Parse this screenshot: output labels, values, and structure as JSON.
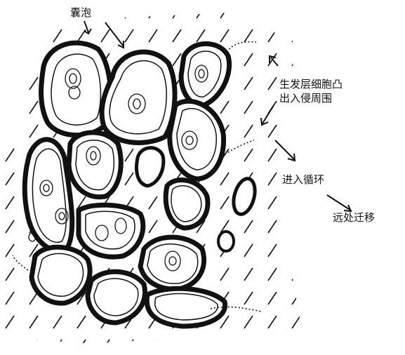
{
  "labels": {
    "cyst": "囊泡",
    "germinal_bud": [
      "生发层细胞凸",
      "出入侵周围"
    ],
    "enter_circulation": "进入循环",
    "distant_metastasis": "远处迁移"
  },
  "colors": {
    "ink": "#111111",
    "background": "#ffffff",
    "cyst_fill": "#ffffff"
  }
}
